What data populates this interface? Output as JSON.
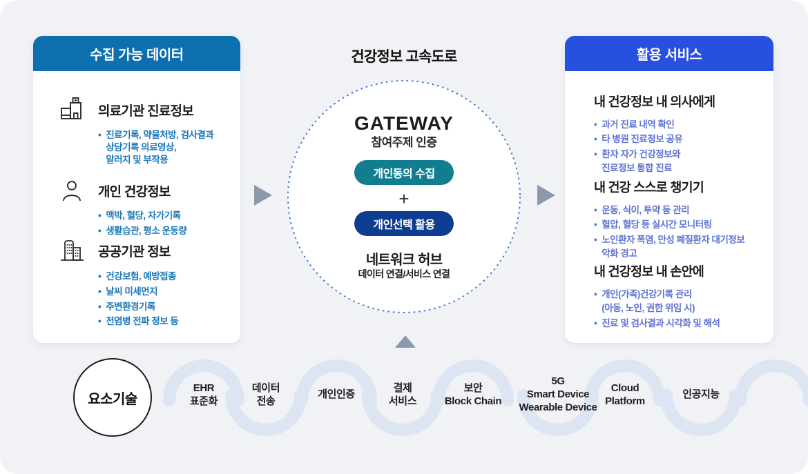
{
  "colors": {
    "page_bg": "#f0f2f5",
    "left_header_blue": "#0d6fae",
    "right_header_blue": "#2850df",
    "left_bullet_blue": "#1a78bb",
    "right_bullet_blue": "#5f72d2",
    "consent_pill_teal": "#137d90",
    "select_pill_navy": "#0e3c90",
    "arrow_gray": "#8c99ac",
    "wave_blue": "#dce5f1",
    "dotted_circle_blue": "#4076d0"
  },
  "left_card": {
    "header": "수집 가능 데이터",
    "groups": [
      {
        "icon": "hospital-icon",
        "title": "의료기관 진료정보",
        "bullets": [
          "진료기록, 약물처방, 검사결과\n상담기록 의료영상,\n알러지 및 부작용"
        ]
      },
      {
        "icon": "person-icon",
        "title": "개인 건강정보",
        "bullets": [
          "맥박, 혈당, 자가기록",
          "생활습관, 평소 운동량"
        ]
      },
      {
        "icon": "buildings-icon",
        "title": "공공기관 정보",
        "bullets": [
          "건강보험, 예방접종",
          "날씨 미세먼지",
          "주변환경기록",
          "전염병 전파 정보 등"
        ]
      }
    ]
  },
  "center": {
    "title": "건강정보 고속도로",
    "gateway_title": "GATEWAY",
    "gateway_subtitle": "참여주제 인증",
    "consent_pill": "개인동의 수집",
    "plus": "+",
    "select_pill": "개인선택 활용",
    "hub_title": "네트워크 허브",
    "hub_subtitle": "데이터 연결/서비스 연결"
  },
  "right_card": {
    "header": "활용 서비스",
    "sections": [
      {
        "title": "내 건강정보 내 의사에게",
        "bullets": [
          "과거 진료 내역 확인",
          "타 병원 진료정보 공유",
          "환자 자가 건강정보와\n진료정보 통합 진료"
        ]
      },
      {
        "title": "내 건강 스스로 챙기기",
        "bullets": [
          "운동, 식이, 투약 등 관리",
          "혈압, 혈당 등 실시간 모니터링",
          "노인환자 폭염, 만성 폐질환자 대기정보\n악화 경고"
        ]
      },
      {
        "title": "내 건강정보 내 손안에",
        "bullets": [
          "개인(가족)건강기록 관리\n(아동, 노인, 권한 위임 시)",
          "진료 및 검사결과 시각화 및 해석"
        ]
      }
    ]
  },
  "bottom": {
    "circle_label": "요소기술",
    "technologies": [
      {
        "label": "EHR\n표준화"
      },
      {
        "label": "데이터\n전송"
      },
      {
        "label": "개인인증"
      },
      {
        "label": "결제\n서비스"
      },
      {
        "label": "보안\nBlock Chain"
      },
      {
        "label": "5G\nSmart Device\nWearable Device"
      },
      {
        "label": "Cloud\nPlatform"
      },
      {
        "label": "인공지능"
      }
    ]
  }
}
